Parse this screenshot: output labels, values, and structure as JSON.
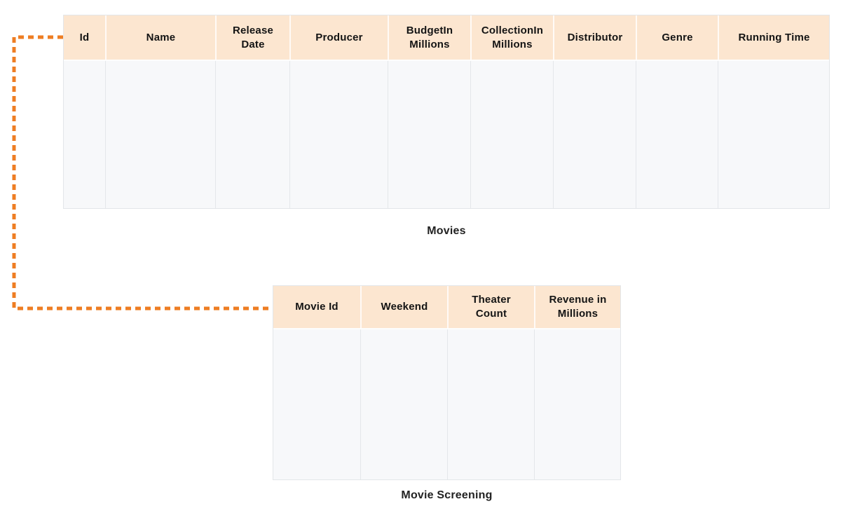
{
  "diagram": {
    "tables": [
      {
        "name": "Movies",
        "columns": [
          "Id",
          "Name",
          "Release Date",
          "Producer",
          "BudgetIn Millions",
          "CollectionIn Millions",
          "Distributor",
          "Genre",
          "Running Time"
        ]
      },
      {
        "name": "Movie Screening",
        "columns": [
          "Movie Id",
          "Weekend",
          "Theater Count",
          "Revenue in Millions"
        ]
      }
    ],
    "relationship": {
      "from": "Movies.Id",
      "to": "Movie Screening.Movie Id",
      "style": "dashed"
    },
    "colors": {
      "connector": "#ee7d23",
      "header_bg": "#fce6d0",
      "body_bg": "#f7f8fa",
      "border": "#e3e6e9",
      "text": "#141414"
    }
  }
}
